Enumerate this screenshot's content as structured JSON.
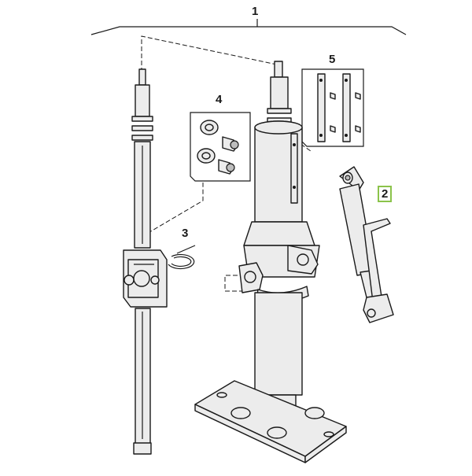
{
  "callouts": [
    {
      "id": "c1",
      "label": "1",
      "highlighted": false
    },
    {
      "id": "c2",
      "label": "2",
      "highlighted": true
    },
    {
      "id": "c3",
      "label": "3",
      "highlighted": false
    },
    {
      "id": "c4",
      "label": "4",
      "highlighted": false
    },
    {
      "id": "c5",
      "label": "5",
      "highlighted": false
    }
  ],
  "colors": {
    "line": "#1a1a1a",
    "fill": "#ececec",
    "shade": "#bdbdbd",
    "highlight": "#8bc34a"
  }
}
